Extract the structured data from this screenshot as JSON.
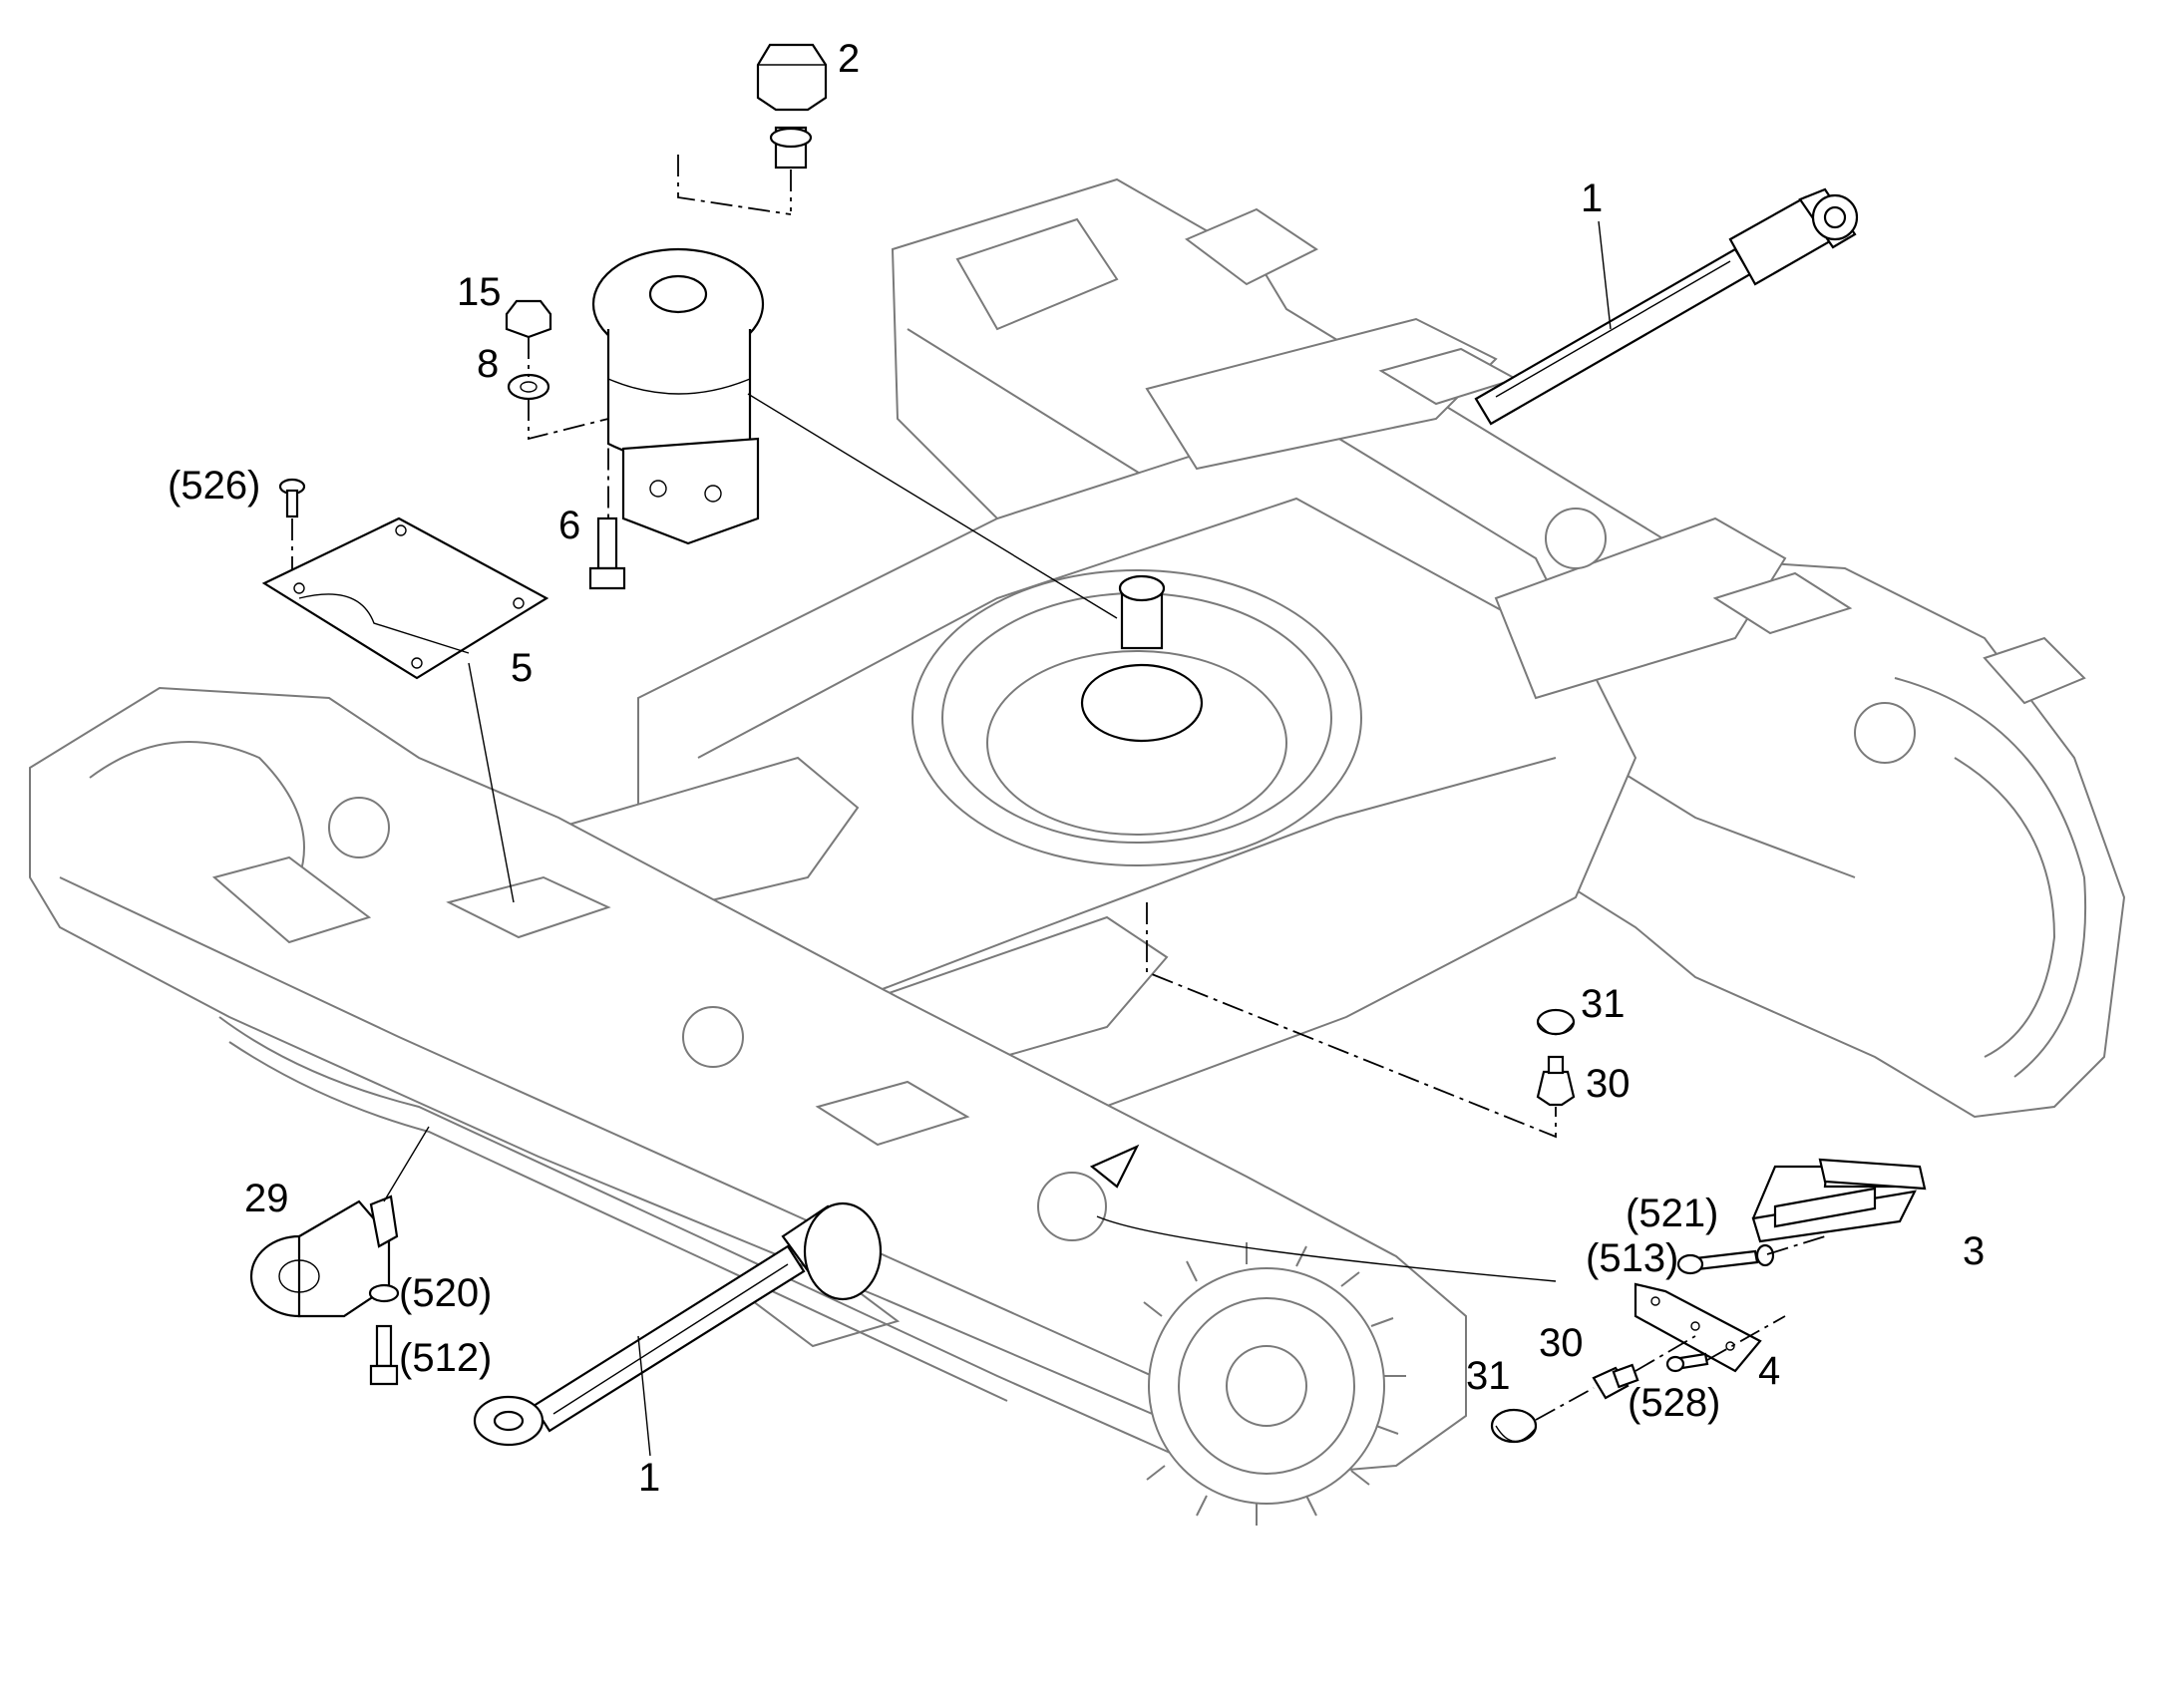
{
  "callouts": {
    "c1_top": "1",
    "c1_bottom": "1",
    "c2": "2",
    "c3": "3",
    "c4": "4",
    "c5": "5",
    "c6": "6",
    "c8": "8",
    "c15": "15",
    "c29": "29",
    "c30_center": "30",
    "c30_right": "30",
    "c31_center": "31",
    "c31_right": "31",
    "c512": "(512)",
    "c513": "(513)",
    "c520": "(520)",
    "c521": "(521)",
    "c526": "(526)",
    "c528": "(528)"
  },
  "colors": {
    "ink": "#000000",
    "ghost": "#7a7a7a",
    "paper": "#ffffff"
  }
}
